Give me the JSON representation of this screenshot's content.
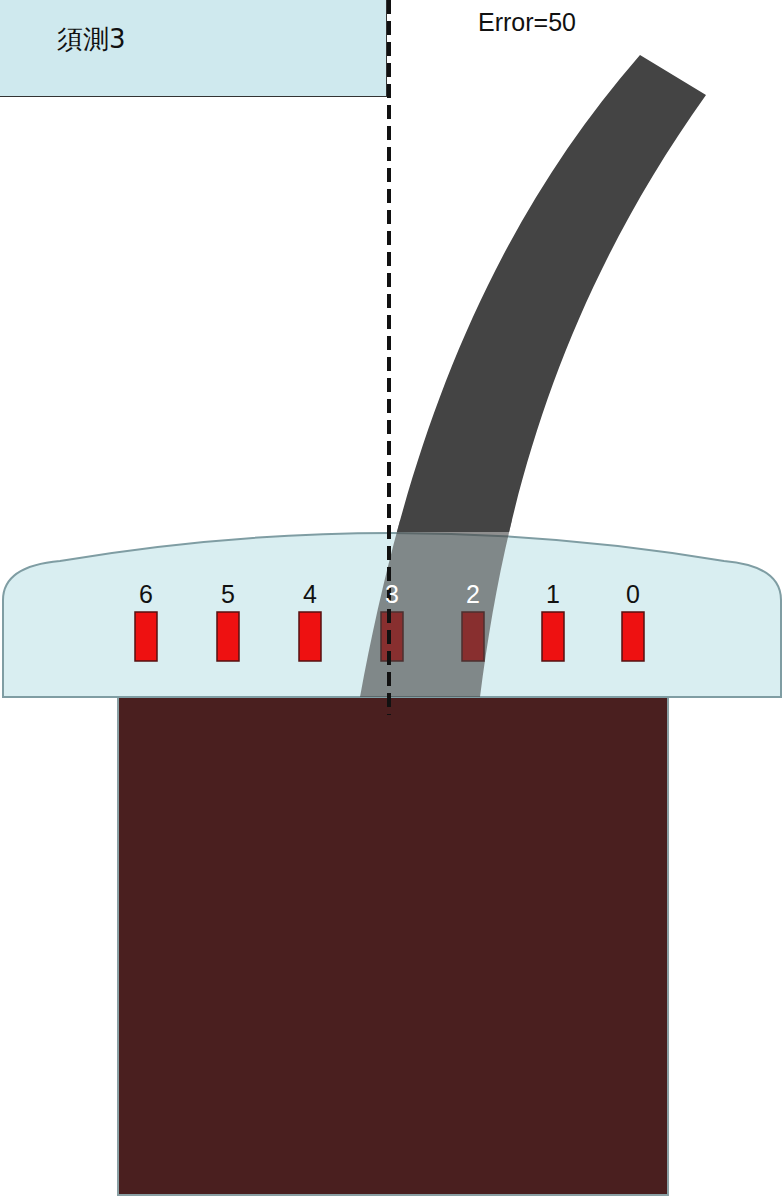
{
  "diagram": {
    "nodes": [
      {
        "text": [
          "須測3"
        ]
      }
    ],
    "labels": [
      "Error=50",
      "6",
      "5",
      "4",
      "3",
      "2",
      "1",
      "0"
    ]
  }
}
